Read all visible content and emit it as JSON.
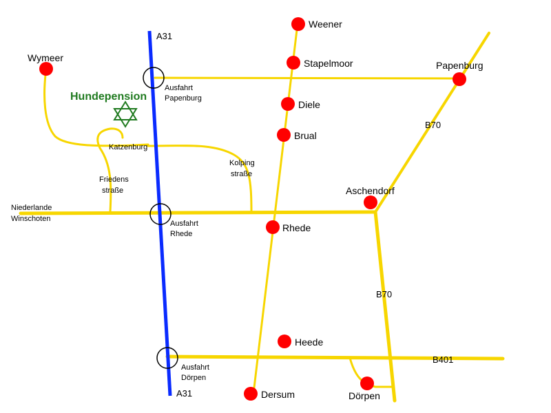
{
  "colors": {
    "highway": "#0a2bff",
    "road": "#f7d600",
    "town_dot": "#ff0000",
    "exit_ring": "#000000",
    "highlight": "#1f7a1f"
  },
  "highway": {
    "name_top": "A31",
    "name_bottom": "A31"
  },
  "exits": [
    {
      "line1": "Ausfahrt",
      "line2": "Papenburg"
    },
    {
      "line1": "Ausfahrt",
      "line2": "Rhede"
    },
    {
      "line1": "Ausfahrt",
      "line2": "Dörpen"
    }
  ],
  "towns": [
    "Wymeer",
    "Weener",
    "Stapelmoor",
    "Papenburg",
    "Diele",
    "Brual",
    "Aschendorf",
    "Rhede",
    "Heede",
    "Dersum",
    "Dörpen"
  ],
  "roads": {
    "b70_upper": "B70",
    "b70_lower": "B70",
    "b401": "B401",
    "katzenburg": "Katzenburg",
    "kolping": {
      "line1": "Kolping",
      "line2": "straße"
    },
    "friedens": {
      "line1": "Friedens",
      "line2": "straße"
    },
    "niederlande": {
      "line1": "Niederlande",
      "line2": "Winschoten"
    }
  },
  "highlight": {
    "label": "Hundepension",
    "icon": "star-of-david-icon"
  }
}
